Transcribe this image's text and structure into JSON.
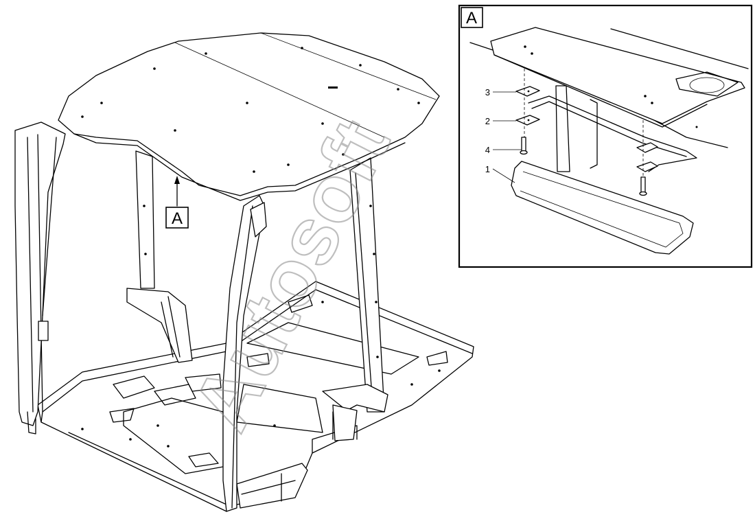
{
  "view_labels": {
    "main_callout": "A",
    "detail_tag": "A"
  },
  "callouts": [
    {
      "number": "3"
    },
    {
      "number": "2"
    },
    {
      "number": "4"
    },
    {
      "number": "1"
    }
  ],
  "watermark": "Autosoft"
}
